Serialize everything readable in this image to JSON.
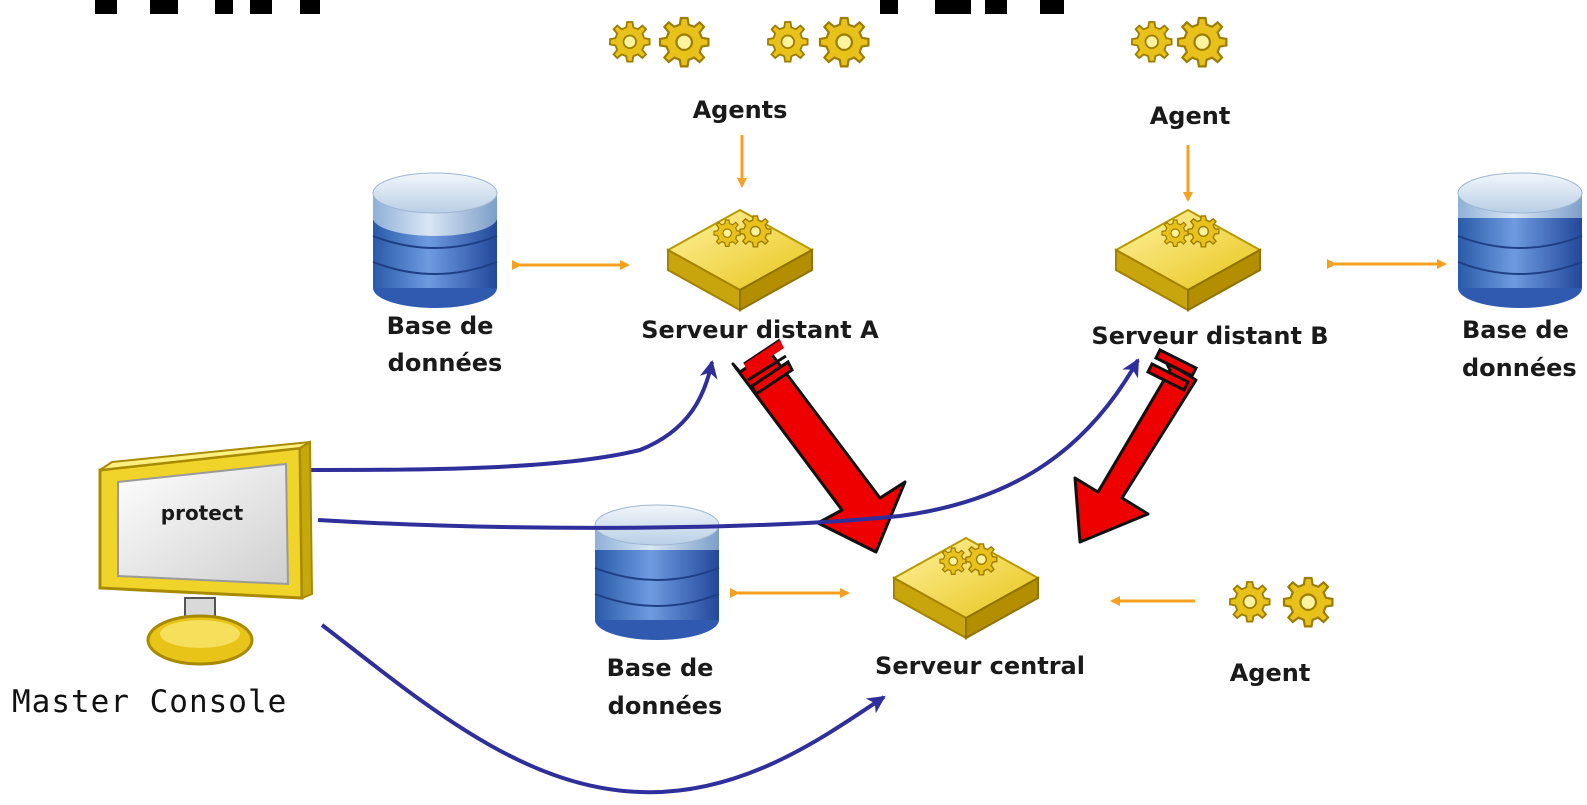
{
  "nodes": {
    "agents_a": "Agents",
    "server_a": "Serveur distant A",
    "db_a": [
      "Base de",
      "données"
    ],
    "agent_b": "Agent",
    "server_b": "Serveur distant B",
    "db_b": [
      "Base de",
      "données"
    ],
    "db_central": [
      "Base de",
      "données"
    ],
    "server_central": "Serveur central",
    "agent_central": "Agent",
    "console": "Master Console",
    "console_logo": "protect"
  },
  "colors": {
    "orange_arrow": "#f5a020",
    "blue_arrow": "#2f2f9c",
    "red_arrow": "#ee0000",
    "gear": "#e8c21a",
    "server_box": "#e2c21c",
    "db_top": "#d4e3f2",
    "db_body": "#4a78c4",
    "monitor_frame": "#e6cc18"
  },
  "icons": [
    "gear-icon",
    "server-icon",
    "database-icon",
    "monitor-icon"
  ]
}
